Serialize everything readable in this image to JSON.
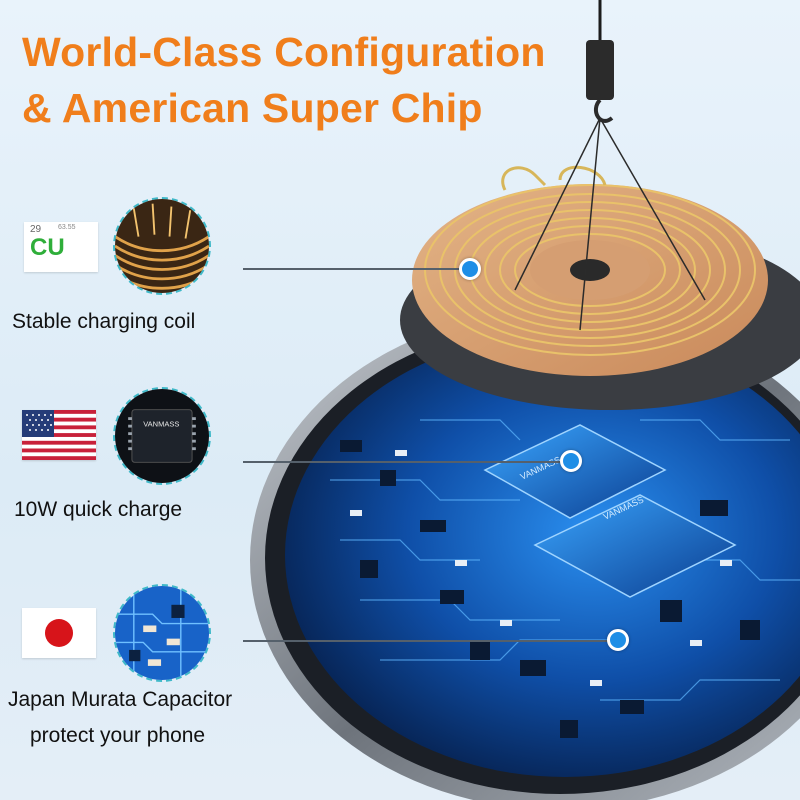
{
  "headline": {
    "line1": "World-Class Configuration",
    "line2": "& American Super Chip"
  },
  "features": [
    {
      "caption": "Stable charging coil",
      "badge": {
        "type": "element-tile",
        "atomic_number": "29",
        "atomic_mass": "63.55",
        "symbol": "CU",
        "symbol_color": "#2fae3a"
      },
      "thumb_icon": "copper-wire-icon"
    },
    {
      "caption": "10W quick charge",
      "badge": {
        "type": "flag",
        "icon": "us-flag-icon"
      },
      "thumb_icon": "vanmass-chip-icon",
      "chip_text": "VANMASS"
    },
    {
      "caption_line1": "Japan Murata Capacitor",
      "caption_line2": "protect your phone",
      "badge": {
        "type": "flag",
        "icon": "japan-flag-icon"
      },
      "thumb_icon": "circuit-board-icon"
    }
  ],
  "product": {
    "chip_brand_1": "VANMASS",
    "chip_brand_2": "VANMASS",
    "accent_color": "#1e8ee6",
    "headline_color": "#f07e1b"
  }
}
